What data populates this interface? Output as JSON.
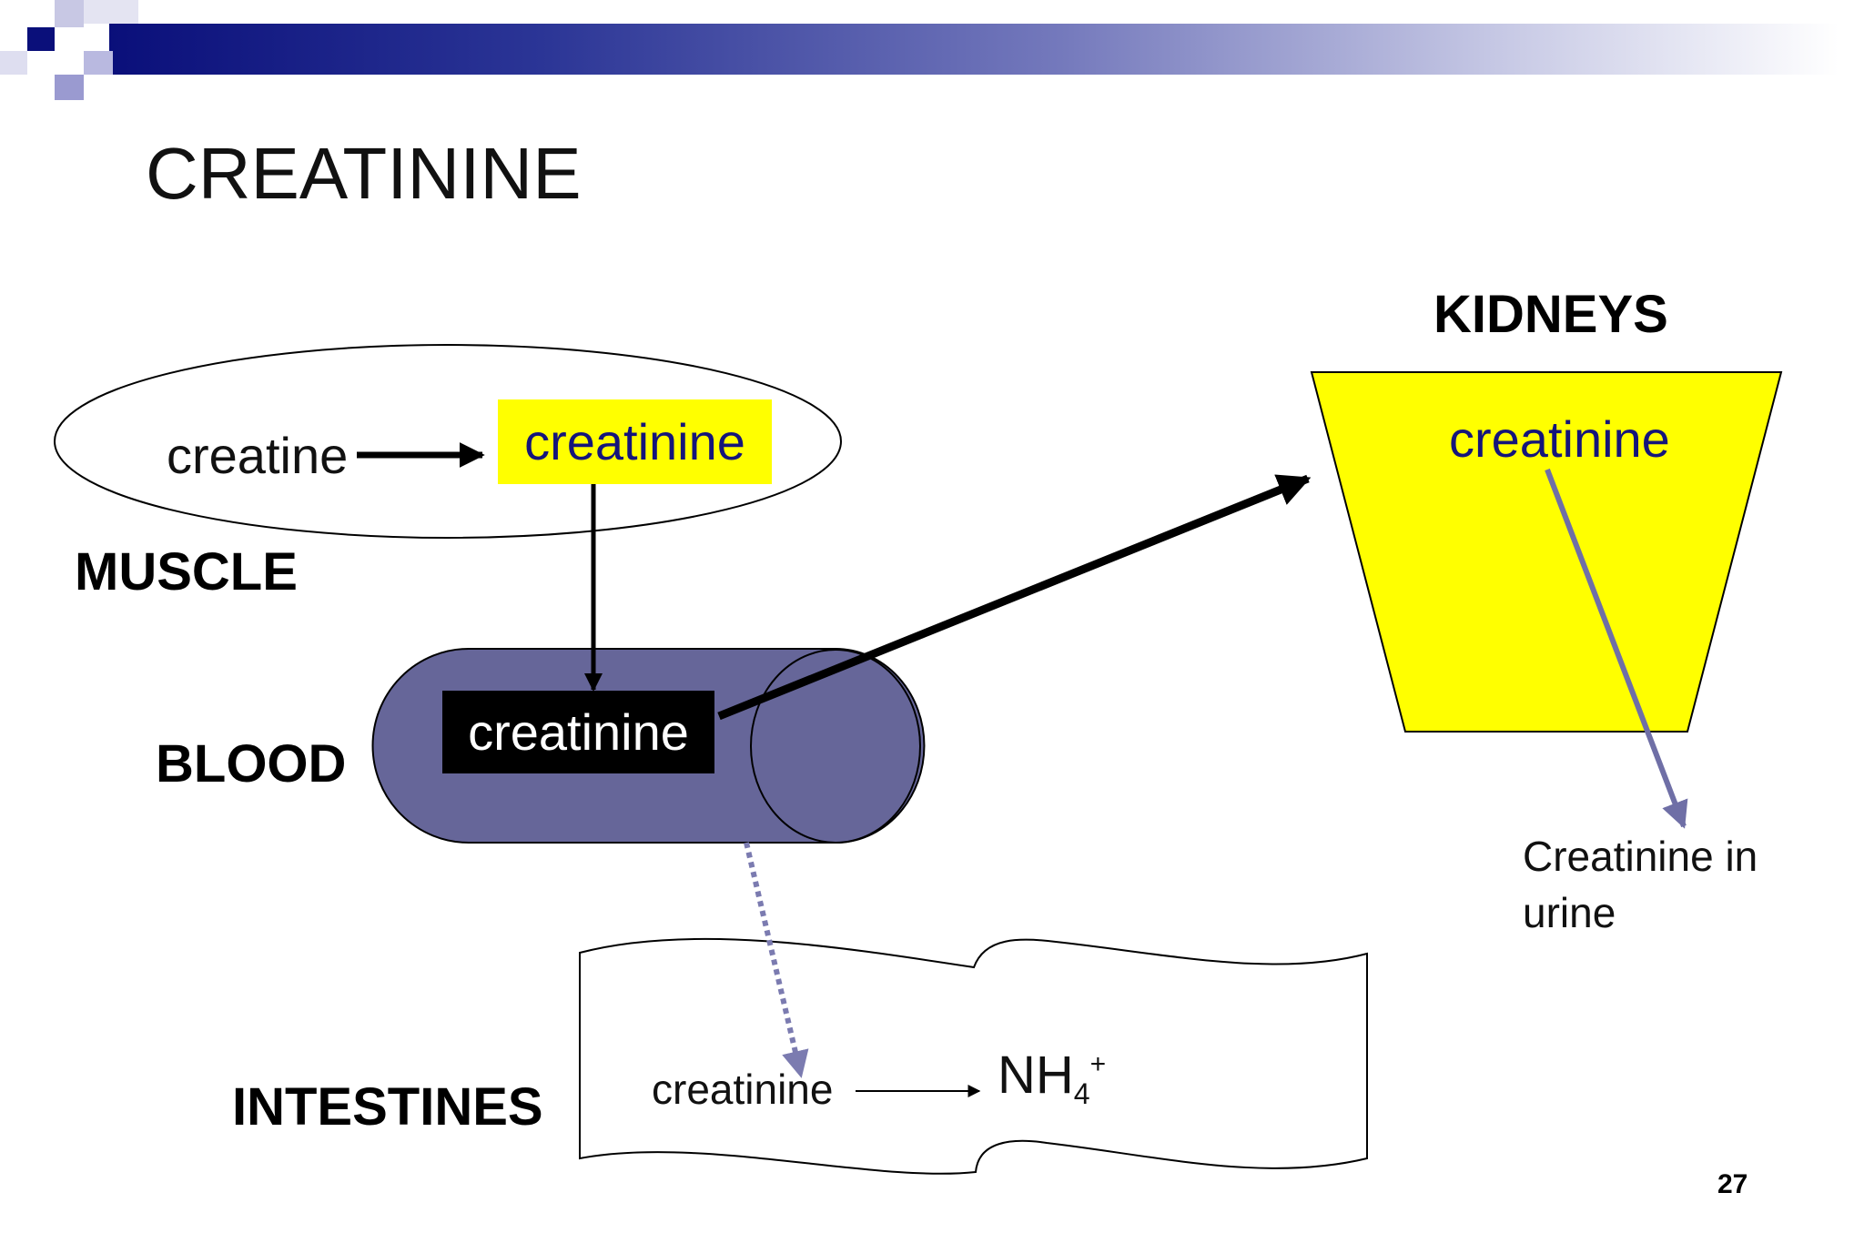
{
  "slide": {
    "title": "CREATININE",
    "page_number": "27"
  },
  "regions": {
    "muscle": "MUSCLE",
    "blood": "BLOOD",
    "intestines": "INTESTINES",
    "kidneys": "KIDNEYS"
  },
  "muscle": {
    "creatine": "creatine",
    "creatinine": "creatinine"
  },
  "blood": {
    "creatinine": "creatinine"
  },
  "kidneys": {
    "creatinine": "creatinine",
    "urine_line1": "Creatinine in",
    "urine_line2": "urine"
  },
  "intestines": {
    "creatinine": "creatinine",
    "product_base": "NH",
    "product_sub": "4",
    "product_sup": "+"
  },
  "colors": {
    "header_dark": "#0a0f7a",
    "highlight_yellow": "#ffff00",
    "kidney_fill": "#ffff00",
    "blood_fill": "#666699",
    "urine_arrow": "#6f6fa6",
    "text_dark_blue": "#15157a"
  }
}
